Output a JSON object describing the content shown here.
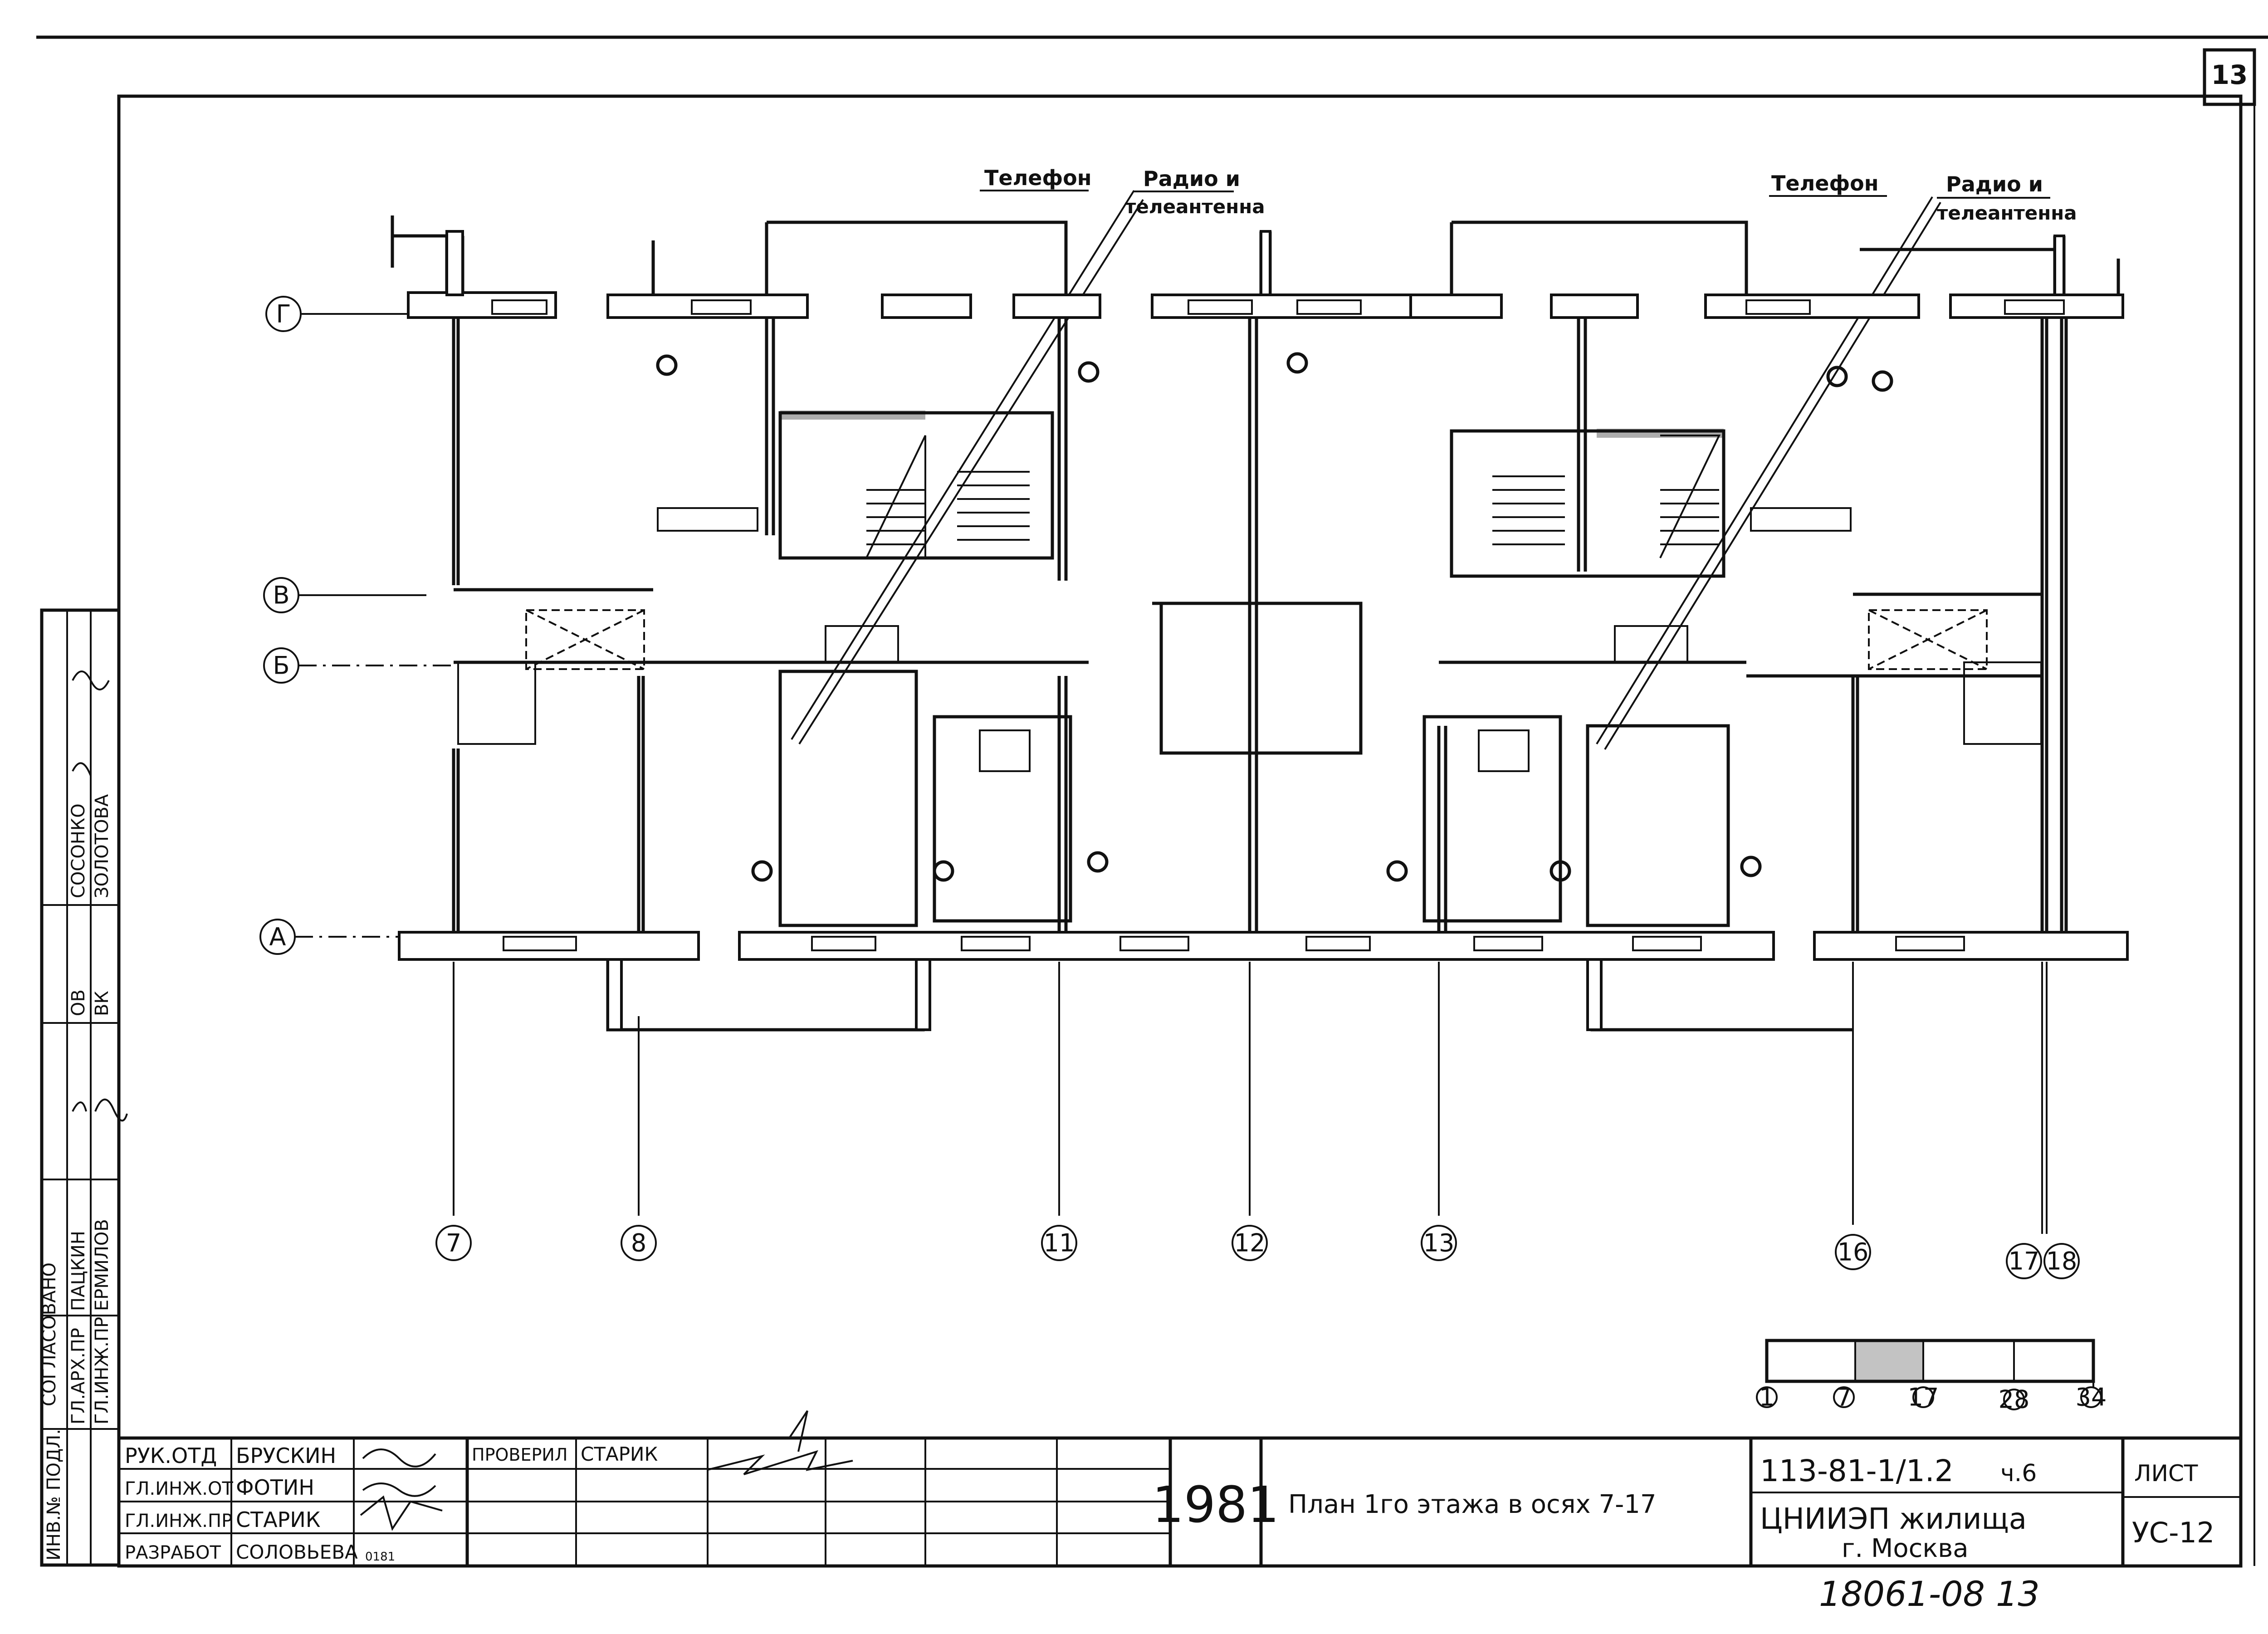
{
  "sheet_corner_number": "13",
  "annotations": {
    "left": {
      "phone": "Телефон",
      "radio": "Радио и",
      "tv": "телеантенна"
    },
    "right": {
      "phone": "Телефон",
      "radio": "Радио и",
      "tv": "телеантенна"
    }
  },
  "axes_letters": [
    "Г",
    "В",
    "Б",
    "А"
  ],
  "axes_numbers": [
    "7",
    "8",
    "11",
    "12",
    "13",
    "16",
    "17",
    "18"
  ],
  "key_plan": {
    "labels": [
      "1",
      "7",
      "17",
      "28",
      "34"
    ]
  },
  "left_stamp": {
    "header": "СОГЛАСОВАНО",
    "rows": [
      {
        "role": "ОВ",
        "name": "СОСОНКО"
      },
      {
        "role": "ВК",
        "name": "ЗОЛОТОВА"
      },
      {
        "role": "ГЛ.АРХ.ПР",
        "name": "ПАЦКИН"
      },
      {
        "role": "ГЛ.ИНЖ.ПР",
        "name": "ЕРМИЛОВ"
      }
    ],
    "inv_label": "ИНВ.№ ПОДЛ."
  },
  "title_block": {
    "people": [
      {
        "role": "РУК.ОТД",
        "name": "БРУСКИН"
      },
      {
        "role": "ГЛ.ИНЖ.ОТ",
        "name": "ФОТИН"
      },
      {
        "role": "ГЛ.ИНЖ.ПР",
        "name": "СТАРИК"
      },
      {
        "role": "РАЗРАБОТ",
        "name": "СОЛОВЬЕВА"
      }
    ],
    "checked_label": "ПРОВЕРИЛ",
    "checked_name": "СТАРИК",
    "year": "1981",
    "title": "План 1го этажа в осях 7-17",
    "project_code": "113-81-1/1.2",
    "part": "ч.6",
    "organization": "ЦНИИЭП жилища",
    "city": "г. Москва",
    "sheet_label": "ЛИСТ",
    "sheet_number": "УС-12",
    "date_mark": "0181"
  },
  "archive_number": "18061-08 13"
}
